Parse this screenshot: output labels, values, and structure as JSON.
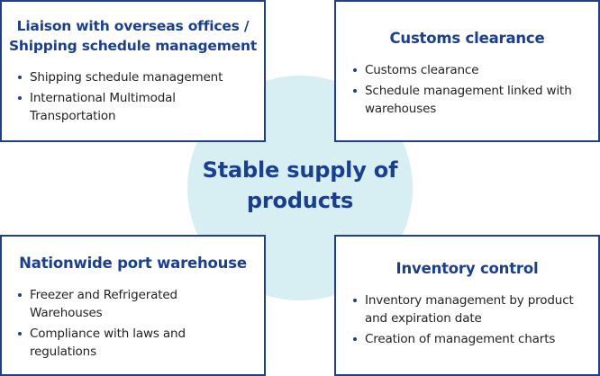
{
  "center": {
    "line1": "Stable supply of",
    "line2": "products"
  },
  "cards": {
    "top_left": {
      "title_line1": "Liaison with overseas offices /",
      "title_line2": "Shipping schedule management",
      "items": [
        {
          "line1": "Shipping schedule management",
          "line2": ""
        },
        {
          "line1": "International Multimodal",
          "line2": "Transportation"
        }
      ]
    },
    "top_right": {
      "title_line1": "Customs clearance",
      "items": [
        {
          "line1": "Customs clearance",
          "line2": ""
        },
        {
          "line1": "Schedule management linked with",
          "line2": "warehouses"
        }
      ]
    },
    "bottom_left": {
      "title_line1": "Nationwide port warehouse",
      "items": [
        {
          "line1": "Freezer and Refrigerated",
          "line2": "Warehouses"
        },
        {
          "line1": "Compliance with laws and",
          "line2": "regulations"
        }
      ]
    },
    "bottom_right": {
      "title_line1": "Inventory control",
      "items": [
        {
          "line1": "Inventory management by product",
          "line2": "and expiration date"
        },
        {
          "line1": "Creation of management charts",
          "line2": ""
        }
      ]
    }
  },
  "colors": {
    "accent": "#1a3f8c",
    "border": "#1f3f86",
    "circle": "#d7eef3",
    "text": "#222222"
  }
}
